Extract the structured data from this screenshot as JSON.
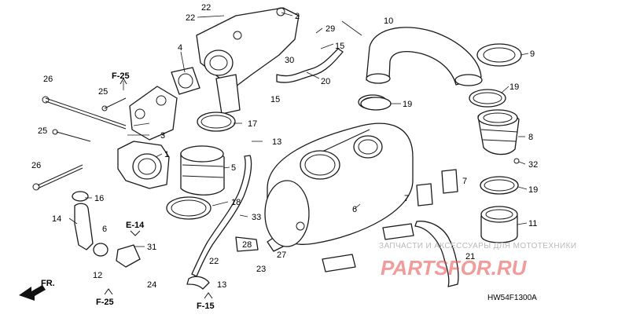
{
  "diagram_code": "HW54F1300A",
  "front_marker": "FR.",
  "references": [
    {
      "id": "ref-f25-top",
      "label": "F-25"
    },
    {
      "id": "ref-e14",
      "label": "E-14"
    },
    {
      "id": "ref-f25-bottom",
      "label": "F-25"
    },
    {
      "id": "ref-f15",
      "label": "F-15"
    }
  ],
  "callouts": [
    {
      "id": "c22a",
      "label": "22"
    },
    {
      "id": "c22b",
      "label": "22"
    },
    {
      "id": "c2",
      "label": "2"
    },
    {
      "id": "c29",
      "label": "29"
    },
    {
      "id": "c15a",
      "label": "15"
    },
    {
      "id": "c30",
      "label": "30"
    },
    {
      "id": "c4",
      "label": "4"
    },
    {
      "id": "c20",
      "label": "20"
    },
    {
      "id": "c15b",
      "label": "15"
    },
    {
      "id": "c26a",
      "label": "26"
    },
    {
      "id": "c25a",
      "label": "25"
    },
    {
      "id": "c3",
      "label": "3"
    },
    {
      "id": "c25b",
      "label": "25"
    },
    {
      "id": "c17",
      "label": "17"
    },
    {
      "id": "c13a",
      "label": "13"
    },
    {
      "id": "c1",
      "label": "1"
    },
    {
      "id": "c5",
      "label": "5"
    },
    {
      "id": "c26b",
      "label": "26"
    },
    {
      "id": "c16",
      "label": "16"
    },
    {
      "id": "c18",
      "label": "18"
    },
    {
      "id": "c14",
      "label": "14"
    },
    {
      "id": "c6a",
      "label": "6"
    },
    {
      "id": "c31",
      "label": "31"
    },
    {
      "id": "c12",
      "label": "12"
    },
    {
      "id": "c24",
      "label": "24"
    },
    {
      "id": "c33",
      "label": "33"
    },
    {
      "id": "c28",
      "label": "28"
    },
    {
      "id": "c22c",
      "label": "22"
    },
    {
      "id": "c23",
      "label": "23"
    },
    {
      "id": "c27",
      "label": "27"
    },
    {
      "id": "c13b",
      "label": "13"
    },
    {
      "id": "c10",
      "label": "10"
    },
    {
      "id": "c9",
      "label": "9"
    },
    {
      "id": "c19a",
      "label": "19"
    },
    {
      "id": "c19b",
      "label": "19"
    },
    {
      "id": "c8",
      "label": "8"
    },
    {
      "id": "c32",
      "label": "32"
    },
    {
      "id": "c7a",
      "label": "7"
    },
    {
      "id": "c7b",
      "label": "7"
    },
    {
      "id": "c19c",
      "label": "19"
    },
    {
      "id": "c11",
      "label": "11"
    },
    {
      "id": "c6b",
      "label": "6"
    },
    {
      "id": "c21",
      "label": "21"
    }
  ],
  "watermark": {
    "tagline": "ЗАПЧАСТИ И АКСЕССУАРЫ ДЛЯ МОТОТЕХНИКИ",
    "brand": "PARTSFOR.RU"
  }
}
